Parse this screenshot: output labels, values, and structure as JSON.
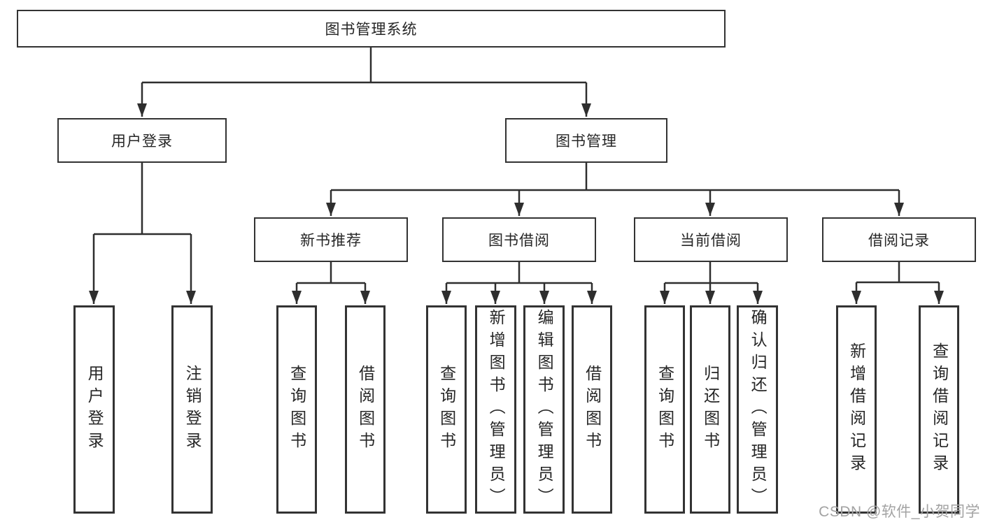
{
  "colors": {
    "line": "#2e2e2e",
    "box_border": "#333333",
    "text": "#262626",
    "watermark": "#a3a3a3",
    "background": "#ffffff"
  },
  "watermark": "CSDN @软件_小贺同学",
  "tree": {
    "root": {
      "label": "图书管理系统"
    },
    "branches": [
      {
        "label": "用户登录",
        "children": [
          "用户登录",
          "注销登录"
        ]
      },
      {
        "label": "图书管理",
        "groups": [
          {
            "label": "新书推荐",
            "children": [
              "查询图书",
              "借阅图书"
            ]
          },
          {
            "label": "图书借阅",
            "children": [
              "查询图书",
              "新增图书（管理员）",
              "编辑图书（管理员）",
              "借阅图书"
            ]
          },
          {
            "label": "当前借阅",
            "children": [
              "查询图书",
              "归还图书",
              "确认归还（管理员）"
            ]
          },
          {
            "label": "借阅记录",
            "children": [
              "新增借阅记录",
              "查询借阅记录"
            ]
          }
        ]
      }
    ]
  }
}
